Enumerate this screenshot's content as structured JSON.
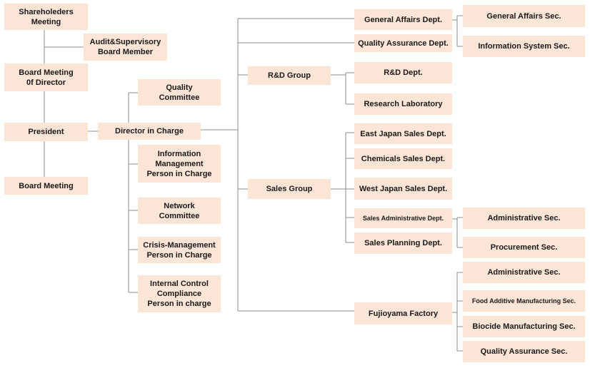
{
  "org_chart": {
    "shareholders_meeting": "Shareholeders\nMeeting",
    "audit_supervisory": "Audit&Supervisory\nBoard Member",
    "board_meeting_of_director": "Board Meeting\n0f Director",
    "president": "President",
    "board_meeting": "Board Meeting",
    "director_in_charge": "Director in Charge",
    "quality_committee": "Quality\nCommittee",
    "information_management": "Information\nManagement\nPerson in Charge",
    "network_committee": "Network\nCommittee",
    "crisis_management": "Crisis-Management\nPerson in Charge",
    "internal_control": "Internal Control\nCompliance\nPerson in charge",
    "rd_group": "R&D Group",
    "sales_group": "Sales Group",
    "general_affairs_dept": "General Affairs Dept.",
    "quality_assurance_dept": "Quality Assurance Dept.",
    "rd_dept": "R&D Dept.",
    "research_laboratory": "Research Laboratory",
    "east_japan_sales": "East Japan Sales Dept.",
    "chemicals_sales": "Chemicals Sales Dept.",
    "west_japan_sales": "West Japan Sales Dept.",
    "sales_administrative_dept": "Sales Administrative Dept.",
    "sales_planning_dept": "Sales Planning Dept.",
    "fujioyama_factory": "Fujioyama Factory",
    "general_affairs_sec": "General Affairs Sec.",
    "information_system_sec": "Information System Sec.",
    "administrative_sec_sales": "Administrative Sec.",
    "procurement_sec": "Procurement Sec.",
    "administrative_sec_factory": "Administrative Sec.",
    "food_additive_manufacturing_sec": "Food Additive Manufacturing  Sec.",
    "biocide_manufacturing_sec": "Biocide Manufacturing Sec.",
    "quality_assurance_sec": "Quality Assurance Sec."
  }
}
